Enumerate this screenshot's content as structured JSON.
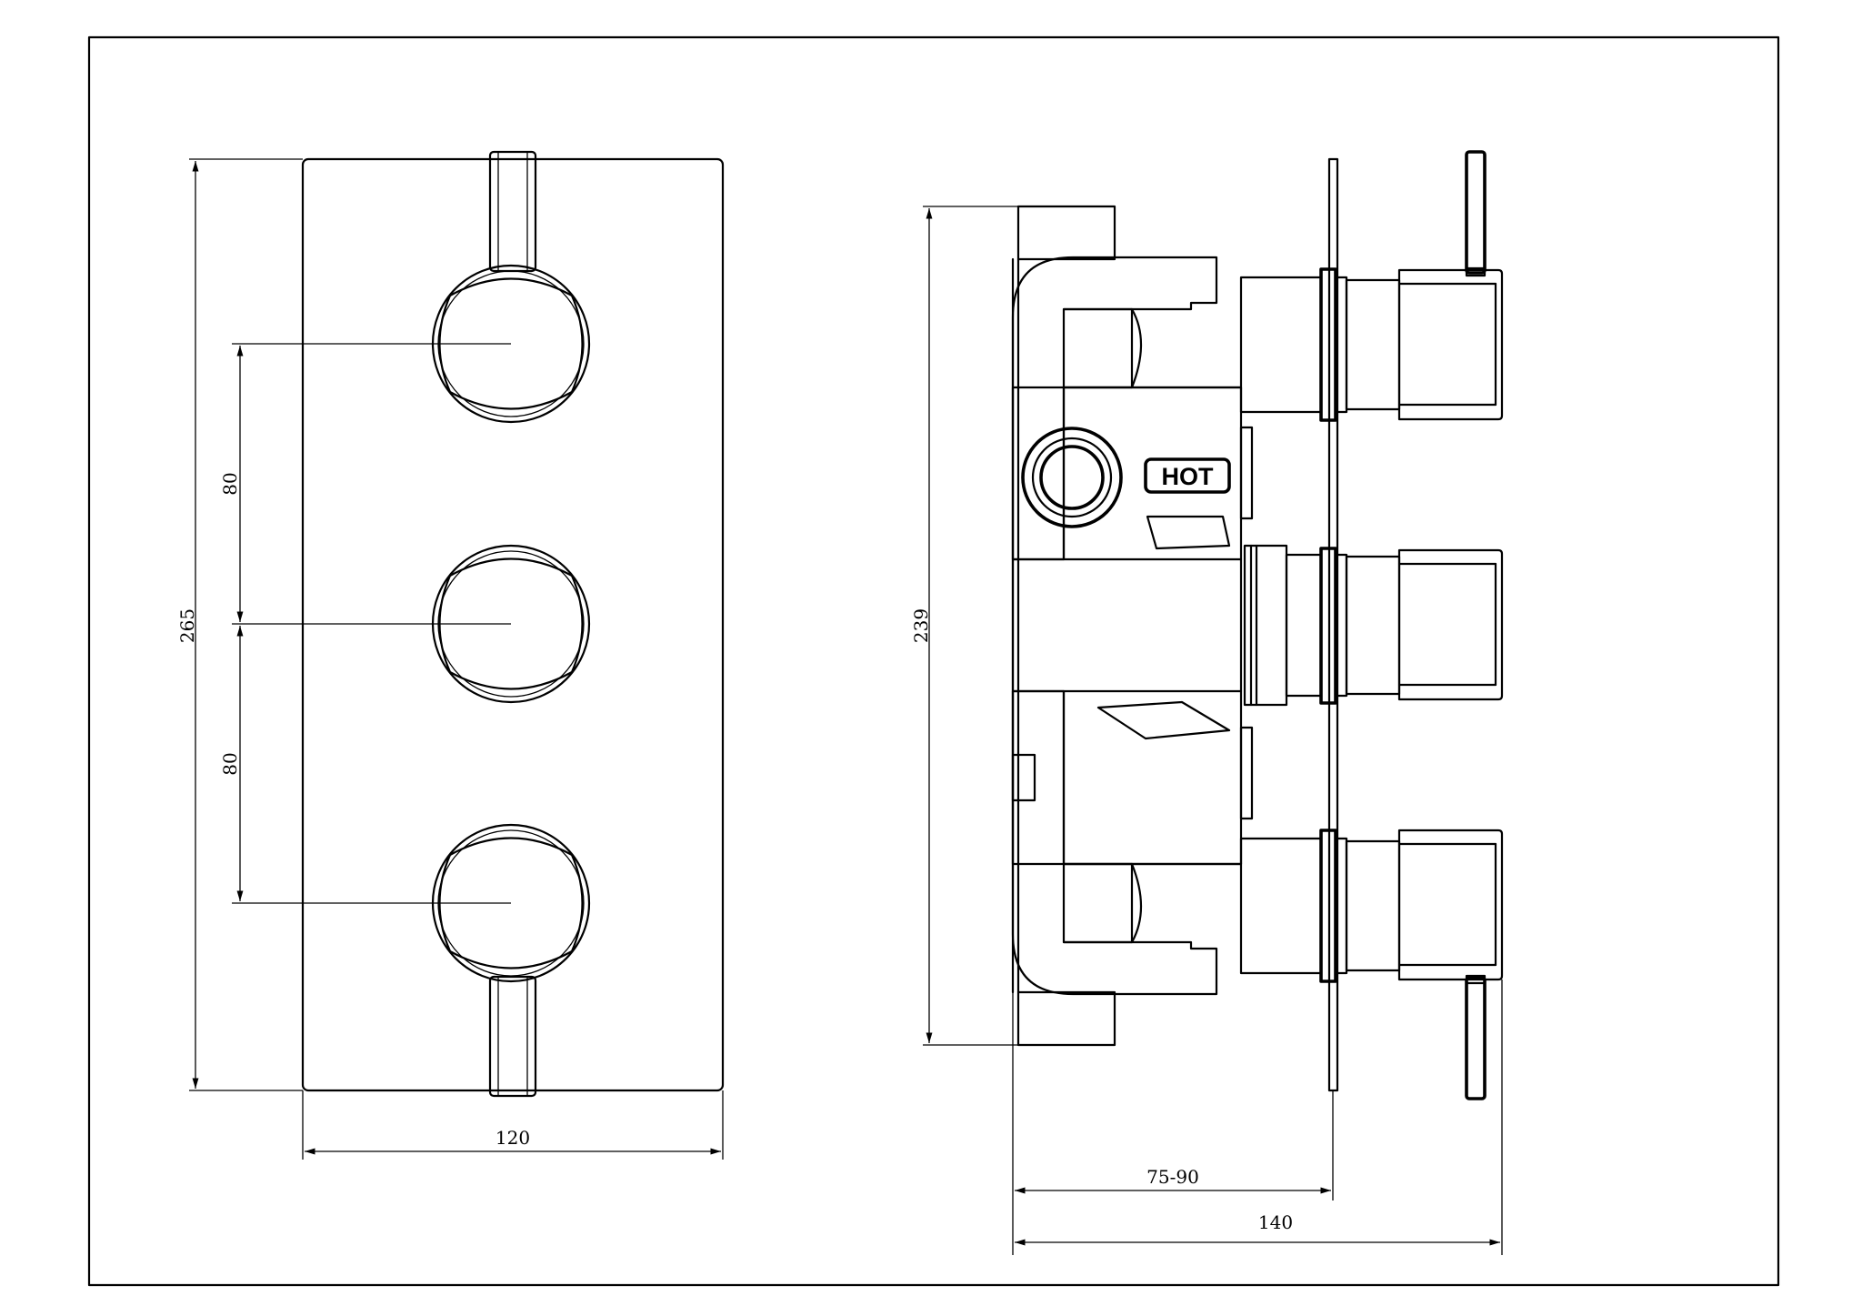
{
  "dimensions": {
    "front_height": "265",
    "front_spacing_upper": "80",
    "front_spacing_lower": "80",
    "front_width": "120",
    "side_height": "239",
    "side_depth_range": "75-90",
    "side_total_depth": "140"
  },
  "labels": {
    "hot": "HOT"
  },
  "colors": {
    "line": "#000000",
    "background": "#ffffff"
  }
}
